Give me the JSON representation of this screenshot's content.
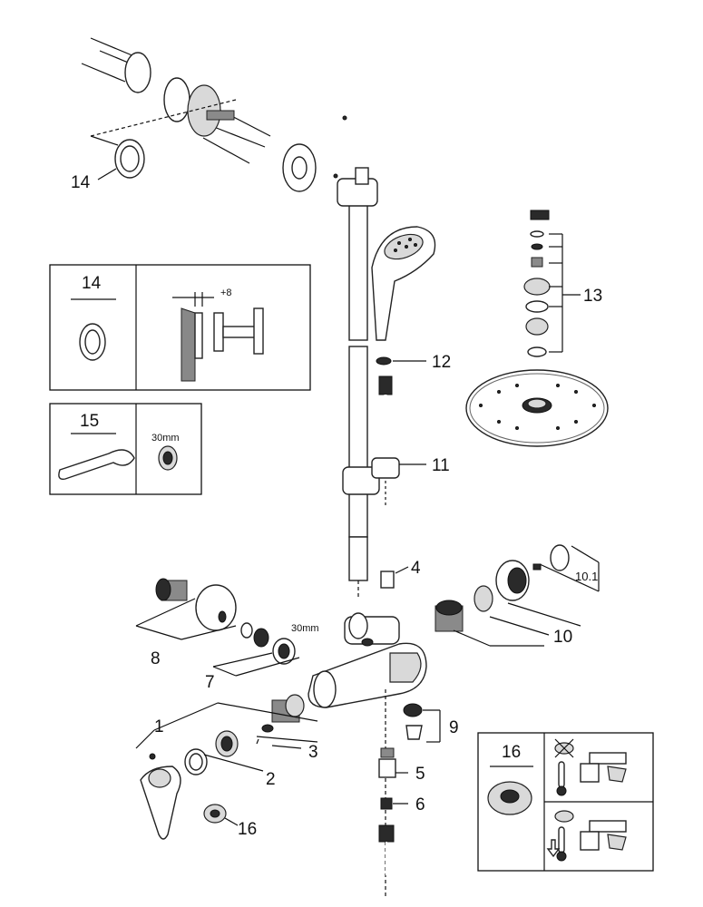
{
  "diagram": {
    "part_labels": {
      "p1": "1",
      "p2": "2",
      "p3": "3",
      "p4": "4",
      "p5": "5",
      "p6": "6",
      "p7": "7",
      "p8": "8",
      "p9": "9",
      "p10": "10",
      "p10_1": "10.1",
      "p11": "11",
      "p12": "12",
      "p13": "13",
      "p14": "14",
      "p16": "16"
    },
    "size_labels": {
      "nut_30mm_main": "30mm"
    },
    "detail_14": {
      "title": "14",
      "offset": "+8"
    },
    "detail_15": {
      "title": "15",
      "size": "30mm"
    },
    "detail_16": {
      "title": "16"
    }
  }
}
